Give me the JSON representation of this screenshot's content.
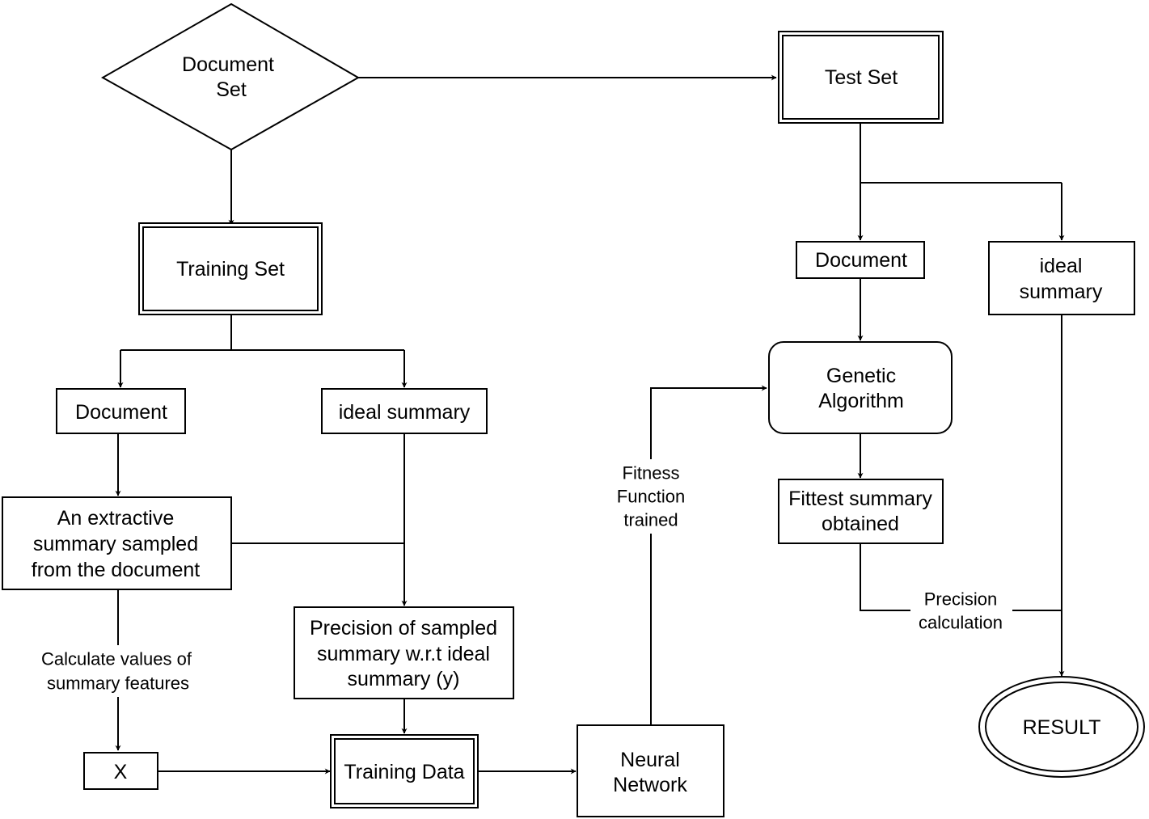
{
  "nodes": {
    "document_set": [
      "Document",
      "Set"
    ],
    "test_set": [
      "Test Set"
    ],
    "training_set": [
      "Training Set"
    ],
    "test_document": [
      "Document"
    ],
    "test_ideal_summary": [
      "ideal",
      "summary"
    ],
    "train_document": [
      "Document"
    ],
    "train_ideal_summary": [
      "ideal summary"
    ],
    "genetic_algorithm": [
      "Genetic",
      "Algorithm"
    ],
    "extractive_summary": [
      "An extractive",
      "summary sampled",
      "from the document"
    ],
    "fittest_summary": [
      "Fittest summary",
      "obtained"
    ],
    "precision_sampled": [
      "Precision of sampled",
      "summary w.r.t ideal",
      "summary (y)"
    ],
    "x": [
      "X"
    ],
    "training_data": [
      "Training Data"
    ],
    "neural_network": [
      "Neural",
      "Network"
    ],
    "result": [
      "RESULT"
    ]
  },
  "edge_labels": {
    "fitness_function": [
      "Fitness",
      "Function",
      "trained"
    ],
    "calculate_values": [
      "Calculate values of",
      "summary features"
    ],
    "precision_calculation": [
      "Precision",
      "calculation"
    ]
  }
}
